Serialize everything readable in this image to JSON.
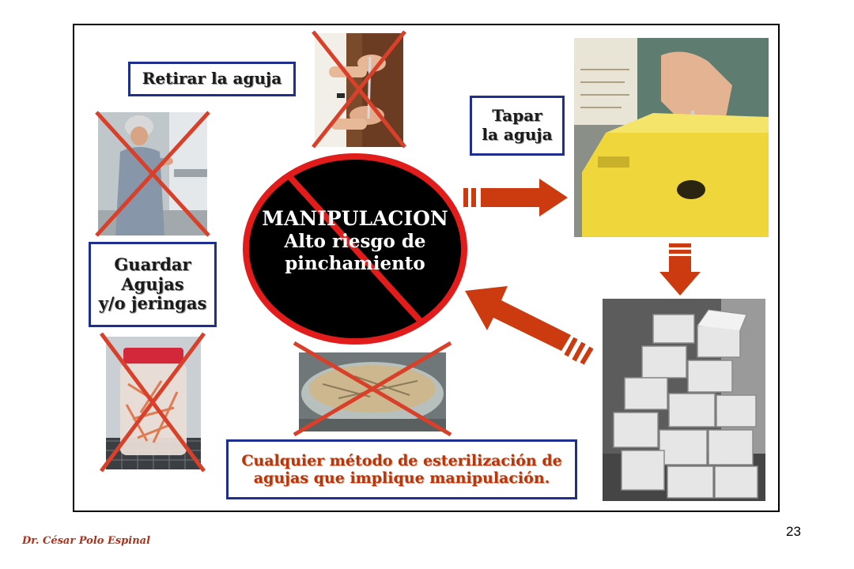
{
  "labels": {
    "retirar": "Retirar la aguja",
    "tapar_line1": "Tapar",
    "tapar_line2": "la aguja",
    "guardar_line1": "Guardar",
    "guardar_line2": "Agujas",
    "guardar_line3": "y/o jeringas",
    "esterilizacion_line1": "Cualquier método de esterilización de",
    "esterilizacion_line2": "agujas que implique manipulación."
  },
  "center": {
    "title": "MANIPULACION",
    "line2": "Alto riesgo de",
    "line3": "pinchamiento"
  },
  "footer": {
    "author": "Dr. César Polo Espinal",
    "page_number": "23"
  },
  "colors": {
    "label_border": "#1e2f8f",
    "cross_red": "#d8402a",
    "arrow_red": "#cc3a10",
    "center_ring": "#e21b1b",
    "center_fill": "#000000"
  }
}
